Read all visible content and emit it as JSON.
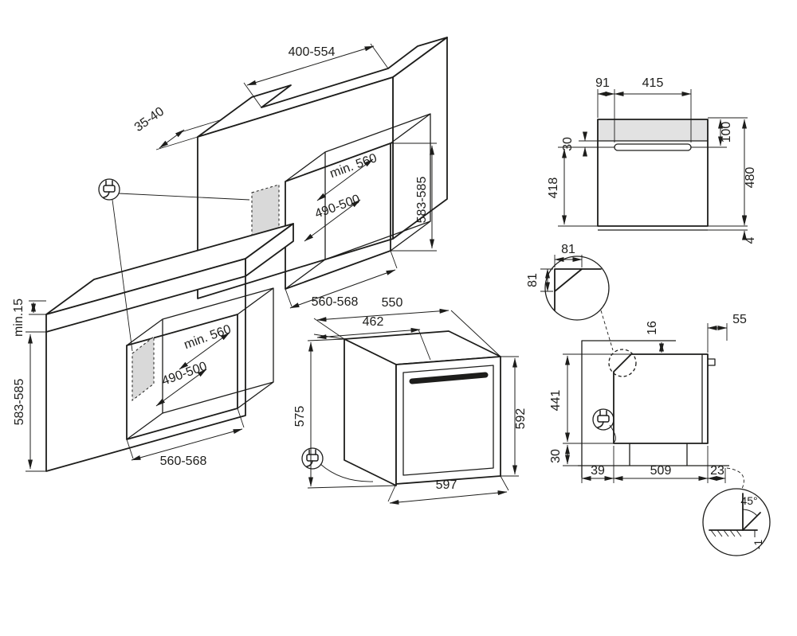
{
  "colors": {
    "line": "#1d1d1b",
    "shade": "#d9d9d9",
    "band": "#e2e2e2",
    "background": "#ffffff"
  },
  "icons": {
    "power_plug_icon": "mains plug inside circle"
  },
  "tall_cabinet": {
    "top_cutout_width": "400-554",
    "top_front_rail": "35-40",
    "niche_depth": "min. 560",
    "socket_zone": "490-500",
    "niche_height": "583-585",
    "niche_width": "560-568"
  },
  "base_cabinet": {
    "worktop_clearance": "min.15",
    "niche_depth": "min. 560",
    "socket_zone": "490-500",
    "niche_height": "583-585",
    "niche_width": "560-568"
  },
  "oven": {
    "depth_total": "550",
    "depth_body": "462",
    "height_rear": "575",
    "height_front": "592",
    "width": "597"
  },
  "front_view": {
    "side_gap": "91",
    "handle_width": "415",
    "top_margin": "100",
    "panel_offset": "30",
    "lower_height": "418",
    "total_height": "480",
    "bottom_gap": "4"
  },
  "side_view": {
    "chamfer_width": "81",
    "chamfer_height": "81",
    "top_gap": "16",
    "handle_depth": "55",
    "body_height": "441",
    "plinth_height": "30",
    "rear_gap": "39",
    "body_depth": "509",
    "front_gap": "23",
    "corner_angle": "45°",
    "floor_tolerance": "-1"
  }
}
